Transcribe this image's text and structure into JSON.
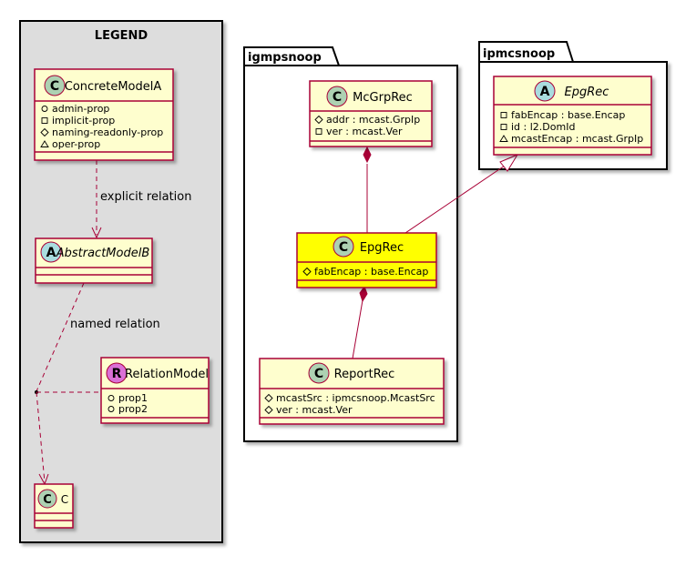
{
  "legend": {
    "title": "LEGEND",
    "concrete": {
      "stereo": "C",
      "name": "ConcreteModelA",
      "props": [
        {
          "vis": "circle",
          "text": "admin-prop"
        },
        {
          "vis": "square",
          "text": "implicit-prop"
        },
        {
          "vis": "diamond",
          "text": "naming-readonly-prop"
        },
        {
          "vis": "triangle",
          "text": "oper-prop"
        }
      ]
    },
    "abstract": {
      "stereo": "A",
      "name": "AbstractModelB"
    },
    "relation_model": {
      "stereo": "R",
      "name": "RelationModel",
      "props": [
        {
          "vis": "circle",
          "text": "prop1"
        },
        {
          "vis": "circle",
          "text": "prop2"
        }
      ]
    },
    "target": {
      "stereo": "C",
      "name": "C"
    },
    "explicit_relation": "explicit relation",
    "named_relation": "named relation"
  },
  "igmp_package": {
    "name": "igmpsnoop",
    "mcgrp": {
      "stereo": "C",
      "name": "McGrpRec",
      "props": [
        {
          "vis": "diamond",
          "text": "addr : mcast.GrpIp"
        },
        {
          "vis": "square",
          "text": "ver : mcast.Ver"
        }
      ]
    },
    "epg": {
      "stereo": "C",
      "name": "EpgRec",
      "props": [
        {
          "vis": "diamond",
          "text": "fabEncap : base.Encap"
        }
      ]
    },
    "report": {
      "stereo": "C",
      "name": "ReportRec",
      "props": [
        {
          "vis": "diamond",
          "text": "mcastSrc : ipmcsnoop.McastSrc"
        },
        {
          "vis": "diamond",
          "text": "ver : mcast.Ver"
        }
      ]
    }
  },
  "ipmc_package": {
    "name": "ipmcsnoop",
    "epg": {
      "stereo": "A",
      "name": "EpgRec",
      "props": [
        {
          "vis": "square",
          "text": "fabEncap : base.Encap"
        },
        {
          "vis": "square",
          "text": "id : l2.DomId"
        },
        {
          "vis": "triangle",
          "text": "mcastEncap : mcast.GrpIp"
        }
      ]
    }
  },
  "colors": {
    "class_fill": "#FEFECE",
    "class_border": "#A80036",
    "highlight_fill": "#FFFF00",
    "legend_bg": "#DDDDDD",
    "circle_c": "#ADD1B2",
    "circle_a": "#A9DCDF",
    "circle_r": "#DA70D6"
  }
}
